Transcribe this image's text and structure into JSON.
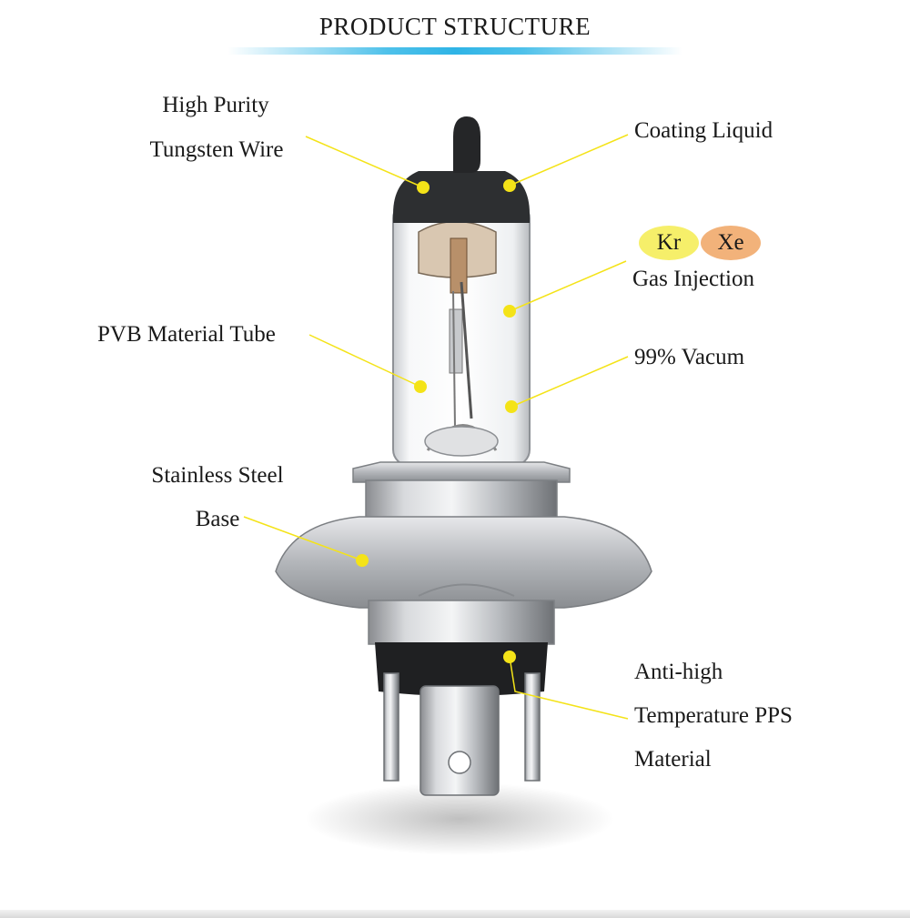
{
  "title": "PRODUCT STRUCTURE",
  "labels": {
    "tungsten_line1": "High Purity",
    "tungsten_line2": "Tungsten Wire",
    "coating": "Coating Liquid",
    "gas_kr": "Kr",
    "gas_xe": "Xe",
    "gas_injection": "Gas Injection",
    "pvb": "PVB Material Tube",
    "vacuum": "99% Vacum",
    "steel_line1": "Stainless Steel",
    "steel_line2": "Base",
    "pps_line1": "Anti-high",
    "pps_line2": "Temperature PPS",
    "pps_line3": "Material"
  },
  "colors": {
    "marker": "#f4e318",
    "kr_badge": "#f6ef6a",
    "xe_badge": "#f2b27a",
    "accent_bar": "#2fb4e6"
  }
}
